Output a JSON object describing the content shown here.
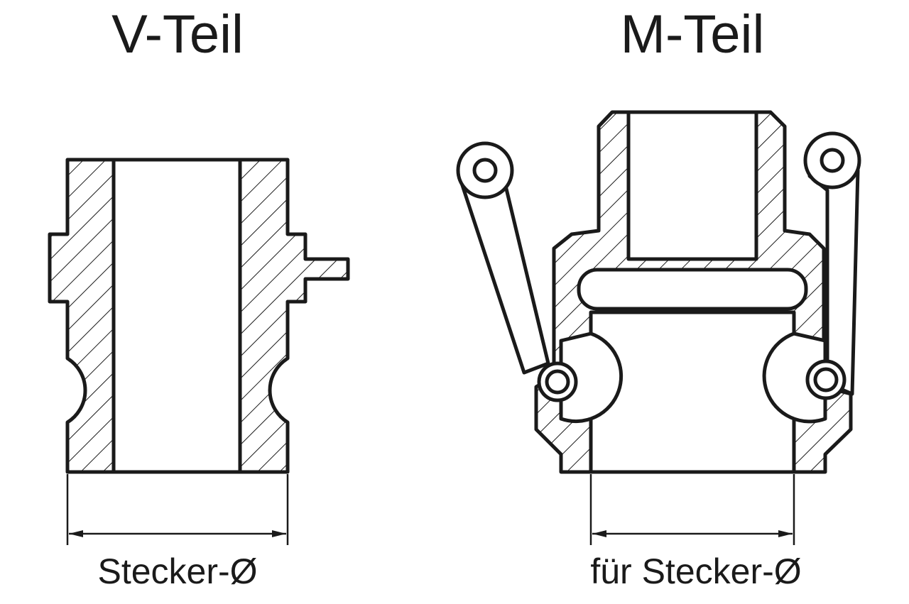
{
  "diagram": {
    "left_part": {
      "title": "V-Teil",
      "dimension_label": "Stecker-Ø"
    },
    "right_part": {
      "title": "M-Teil",
      "dimension_label": "für Stecker-Ø"
    },
    "colors": {
      "line": "#1a1a1a",
      "background": "#ffffff"
    }
  }
}
